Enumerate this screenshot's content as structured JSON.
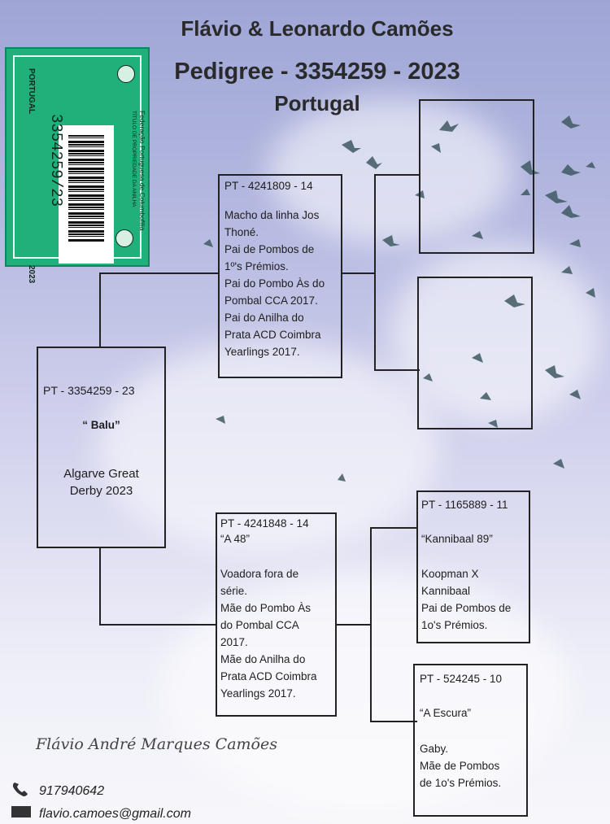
{
  "header": {
    "owners": "Flávio & Leonardo Camões",
    "pedigree": "Pedigree - 3354259 - 2023",
    "country": "Portugal"
  },
  "ring_card": {
    "country": "PORTUGAL",
    "year": "2023",
    "ring_number": "3354259/23",
    "federation": "Federação Portuguesa de Columbofilia",
    "title": "TÍTULO DE PROPRIEDADE DA ANILHA"
  },
  "subject": {
    "ring": "PT - 3354259 - 23",
    "name": "“ Balu”",
    "race_1": "Algarve Great",
    "race_2": "Derby 2023"
  },
  "sire": {
    "ring": "PT - 4241809 - 14",
    "lines": [
      "Macho da linha Jos",
      "Thoné.",
      "Pai de Pombos de",
      "1º's Prémios.",
      "Pai do Pombo Às do",
      "Pombal CCA 2017.",
      "Pai do Anilha do",
      "Prata ACD Coimbra",
      "Yearlings 2017."
    ]
  },
  "dam": {
    "ring": "PT - 4241848 - 14",
    "name": "“A 48”",
    "lines": [
      "Voadora fora de",
      "série.",
      "Mãe do Pombo Às",
      "do Pombal CCA",
      "2017.",
      "Mãe do Anilha do",
      "Prata ACD Coimbra",
      "Yearlings 2017."
    ]
  },
  "dam_sire": {
    "ring": "PT - 1165889 - 11",
    "name": "“Kannibaal 89”",
    "lines": [
      "Koopman X",
      "Kannibaal",
      "Pai de Pombos de",
      "1o's Prémios."
    ]
  },
  "dam_dam": {
    "ring": "PT - 524245 - 10",
    "name": "“A Escura”",
    "lines": [
      "Gaby.",
      "Mãe de Pombos",
      "de 1o's Prémios."
    ]
  },
  "signature": "Flávio André Marques Camões",
  "contact": {
    "phone": "917940642",
    "email": "flavio.camoes@gmail.com",
    "phone_icon": "phone-icon",
    "email_icon": "envelope-icon"
  },
  "colors": {
    "card_green": "#20b07a",
    "sky_top": "#9fa6d6",
    "sky_bottom": "#f7f7fb"
  }
}
